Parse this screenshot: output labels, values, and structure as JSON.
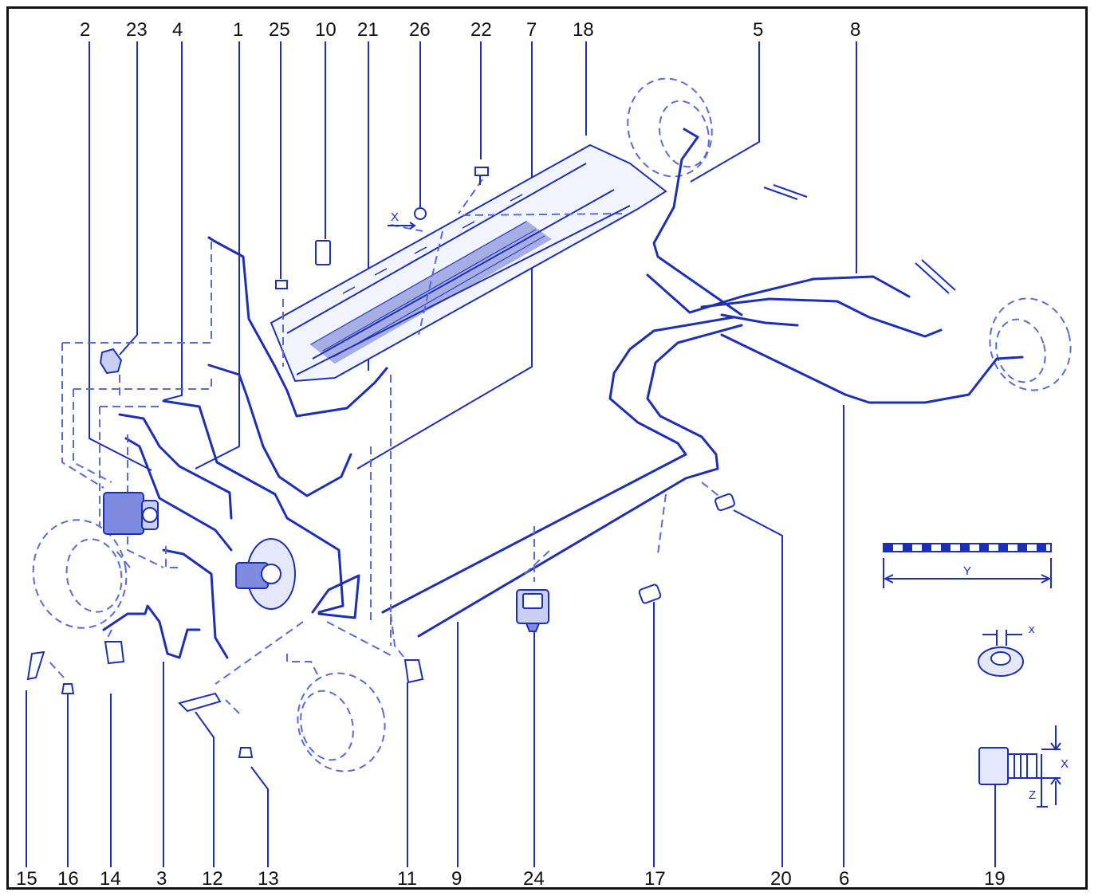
{
  "callouts": {
    "top": [
      "2",
      "23",
      "4",
      "1",
      "25",
      "10",
      "21",
      "26",
      "22",
      "7",
      "18",
      "5",
      "8"
    ],
    "bottom": [
      "15",
      "16",
      "14",
      "3",
      "12",
      "13",
      "11",
      "9",
      "24",
      "17",
      "20",
      "6",
      "19"
    ]
  },
  "detail_labels": {
    "x_sill": "X",
    "y_ruler": "Y",
    "x_clip": "x",
    "x_fitting": "X",
    "z_fitting": "Z"
  },
  "colors": {
    "line": "#1c2fb5",
    "line_light": "#5a6ad8",
    "text": "#111111"
  }
}
